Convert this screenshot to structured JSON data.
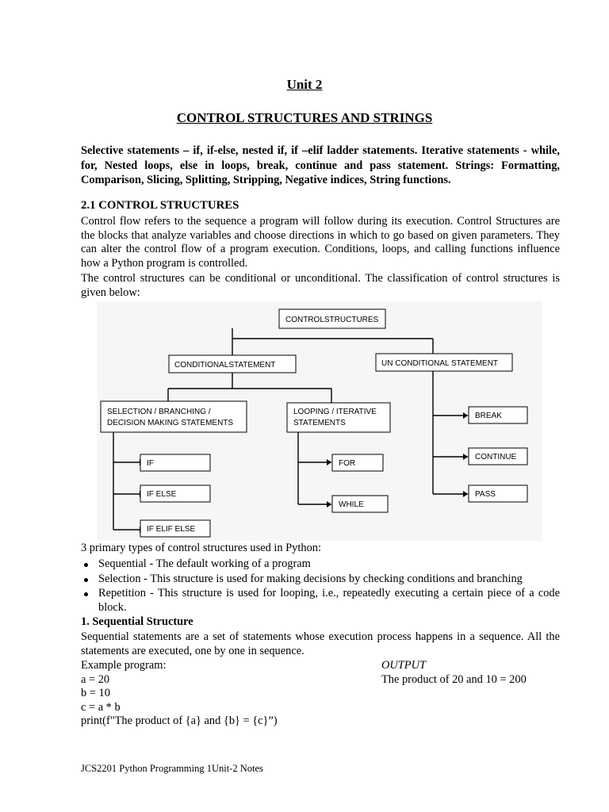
{
  "unit_label": "Unit   2",
  "title": "CONTROL STRUCTURES AND STRINGS",
  "syllabus": "Selective statements – if, if-else, nested if, if –elif ladder statements. Iterative statements - while, for, Nested loops, else in loops, break, continue and pass statement. Strings: Formatting, Comparison, Slicing, Splitting, Stripping, Negative indices, String functions.",
  "section_heading": "2.1  CONTROL STRUCTURES",
  "para1": "Control flow refers to the sequence a program will follow during its execution. Control Structures are the blocks that analyze variables and choose directions in which to go based on given parameters. They can alter the control flow of a program execution. Conditions, loops, and calling functions influence how a Python program is controlled.",
  "para2": "The control structures can be conditional or unconditional. The classification of control structures is given below:",
  "diagram": {
    "root": "CONTROLSTRUCTURES",
    "conditional": "CONDITIONALSTATEMENT",
    "unconditional": "UN CONDITIONAL STATEMENT",
    "selection_line1": "SELECTION / BRANCHING /",
    "selection_line2": "DECISION MAKING STATEMENTS",
    "looping_line1": "LOOPING / ITERATIVE",
    "looping_line2": "STATEMENTS",
    "if": "IF",
    "if_else": "IF ELSE",
    "if_elif_else": "IF ELIF ELSE",
    "for": "FOR",
    "while": "WHILE",
    "break": "BREAK",
    "continue": "CONTINUE",
    "pass": "PASS"
  },
  "types_intro": "3 primary types of control structures used in Python:",
  "bullets": [
    "Sequential - The default working of a program",
    "Selection - This structure is used for making decisions by checking conditions and branching",
    "Repetition - This structure is used for looping, i.e., repeatedly executing a certain piece of a code block."
  ],
  "seq_heading": "1. Sequential Structure",
  "seq_para": "Sequential statements are a set of statements whose execution process happens in a sequence. All the statements are executed, one by one in sequence.",
  "code_lines": [
    "Example program:",
    "a = 20",
    "b = 10",
    "c = a * b",
    "print(f\"The product of {a} and {b} = {c}”)"
  ],
  "output_label": "OUTPUT",
  "output_value": "The product of 20 and 10 = 200",
  "footer": "JCS2201 Python Programming 1Unit-2 Notes"
}
